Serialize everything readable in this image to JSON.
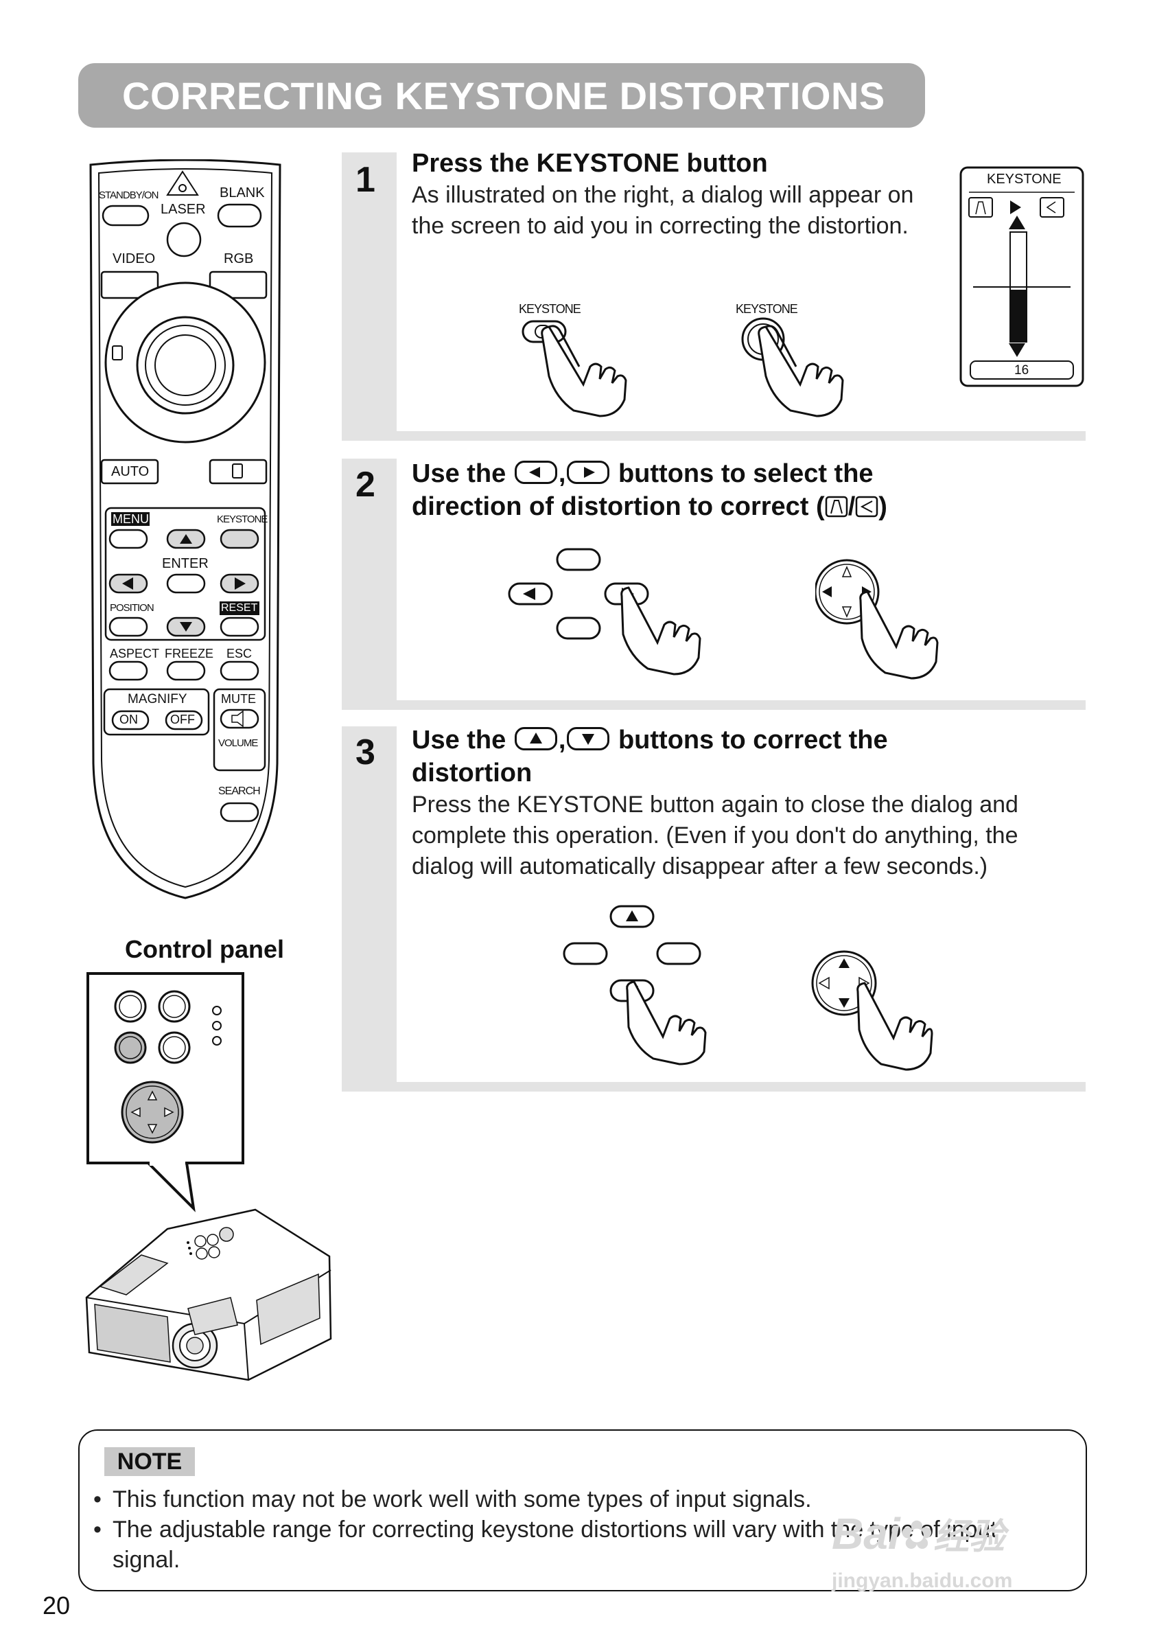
{
  "header": {
    "title": "CORRECTING KEYSTONE DISTORTIONS"
  },
  "remote": {
    "labels": {
      "standby": "STANDBY/ON",
      "laser": "LASER",
      "blank": "BLANK",
      "video": "VIDEO",
      "rgb": "RGB",
      "auto": "AUTO",
      "menu": "MENU",
      "keystone": "KEYSTONE",
      "enter": "ENTER",
      "position": "POSITION",
      "reset": "RESET",
      "aspect": "ASPECT",
      "freeze": "FREEZE",
      "esc": "ESC",
      "magnify": "MAGNIFY",
      "on": "ON",
      "off": "OFF",
      "mute": "MUTE",
      "volume": "VOLUME",
      "search": "SEARCH"
    }
  },
  "control_panel": {
    "label": "Control panel"
  },
  "steps": [
    {
      "number": "1",
      "title": "Press the KEYSTONE button",
      "body": "As illustrated on the right, a dialog will appear on the screen to aid you in correcting the distortion.",
      "button_label_a": "KEYSTONE",
      "button_label_b": "KEYSTONE",
      "dialog": {
        "title": "KEYSTONE",
        "value": "16"
      }
    },
    {
      "number": "2",
      "title_prefix": "Use the",
      "title_mid": "buttons to select the",
      "title_line2_prefix": "direction of distortion to correct (",
      "title_line2_suffix": ")"
    },
    {
      "number": "3",
      "title_prefix": "Use the",
      "title_mid": "buttons to correct the",
      "title_line2": "distortion",
      "body": "Press the KEYSTONE button again to close the dialog and complete this operation.  (Even if you don't do anything, the dialog will automatically disappear after a few seconds.)"
    }
  ],
  "note": {
    "tag": "NOTE",
    "items": [
      "This function may not be work well with some types of input signals.",
      "The adjustable range for correcting keystone distortions will vary with the type of input signal."
    ]
  },
  "page": {
    "number": "20"
  },
  "watermark": {
    "brand": "Bai",
    "brand_cn": "经验",
    "url": "jingyan.baidu.com"
  }
}
